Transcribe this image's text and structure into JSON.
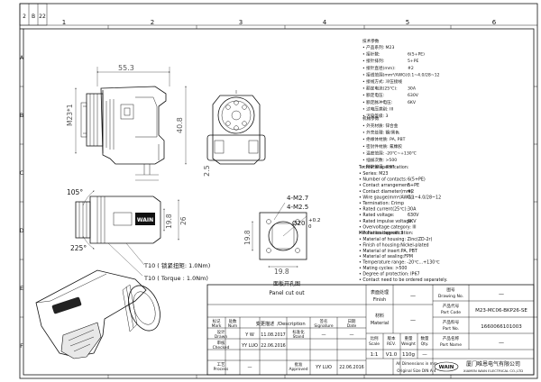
{
  "sheet": {
    "rev_cells": [
      "2",
      "B",
      "22"
    ],
    "top_zones": [
      "1",
      "2",
      "3",
      "4",
      "5",
      "6"
    ],
    "left_zones": [
      "A",
      "B",
      "C",
      "D",
      "E",
      "F"
    ]
  },
  "spec_cn": {
    "title": "技术参数",
    "lines": [
      {
        "label": "• 产品系列: M23",
        "value": ""
      },
      {
        "label": "• 接针数:",
        "value": "6(5+PE)"
      },
      {
        "label": "• 接针排列:",
        "value": "5+PE"
      },
      {
        "label": "• 接针直径(mm):",
        "value": "#2"
      },
      {
        "label": "• 接线范围(mm²/AWG):",
        "value": "0.1~4.0/28~12"
      },
      {
        "label": "• 接线方式: 冷压接线",
        "value": ""
      },
      {
        "label": "• 额定电流(25℃):",
        "value": "30A"
      },
      {
        "label": "• 额定电压:",
        "value": "630V"
      },
      {
        "label": "• 额定脉冲电压:",
        "value": "6KV"
      },
      {
        "label": "• 过电压类别: III",
        "value": ""
      },
      {
        "label": "• 污染等级: 3",
        "value": ""
      }
    ]
  },
  "mech_cn": {
    "title": "机械参数",
    "lines": [
      "• 外壳材质: 锌合金",
      "• 外壳处理: 镍/黑色",
      "• 绝缘体材质: PA, PBT",
      "• 密封件材质: 氟橡胶",
      "• 温度范围: -20℃~+130℃",
      "• 插拔次数: >500",
      "• 防护等级: IP67"
    ]
  },
  "spec_en": {
    "title": "Technical specification:",
    "lines": [
      {
        "label": "• Series: M23",
        "value": ""
      },
      {
        "label": "• Number of contacts:",
        "value": "6(5+PE)"
      },
      {
        "label": "• Contact arrangement:",
        "value": "5+PE"
      },
      {
        "label": "• Contact diameter(mm):",
        "value": "#2"
      },
      {
        "label": "• Wire gauge(mm²/AWG):",
        "value": "0.1~4.0/28~12"
      },
      {
        "label": "• Termination: Crimp",
        "value": ""
      },
      {
        "label": "• Rated current(25℃):",
        "value": "30A"
      },
      {
        "label": "• Rated voltage:",
        "value": "630V"
      },
      {
        "label": "• Rated impulse voltage:",
        "value": "6KV"
      },
      {
        "label": "• Overvoltage category: III",
        "value": ""
      },
      {
        "label": "• Pollution degree: 3",
        "value": ""
      }
    ]
  },
  "mech_en": {
    "title": "Mechanical specification:",
    "lines": [
      "• Material of housing: Zinc(ZD-2r)",
      "• Finish of housing:Nickel-plated",
      "• Material of insert:PA, PBT",
      "• Material of sealing:FPM",
      "• Temperature range: -20℃...+130℃",
      "• Mating cycles: >500",
      "• Degree of protection: IP67",
      "• Contact need to be ordered separately."
    ]
  },
  "dims": {
    "d1": "55.3",
    "d2": "M23*1",
    "d3": "40.8",
    "d4": "2.5",
    "d5": "105°",
    "d6": "225°",
    "d7": "19.8",
    "d8": "26",
    "d9": "T10 ( 锁紧扭矩: 1.0Nm)",
    "d10": "T10 ( Torque : 1.0Nm)",
    "d11": "4-M2.7",
    "d12": "4-M2.5",
    "d13": "Ø20",
    "d14": "+0.2",
    "d15": "0",
    "d16": "19.8",
    "d17": "19.8",
    "d18": "面板开孔图",
    "d19": "Panel cut out",
    "nameplate": "WAIN"
  },
  "title_block": {
    "finish_cn": "表面处理",
    "finish_en": "Finish",
    "material_cn": "材料",
    "material_en": "Material",
    "scale_cn": "比例",
    "scale_en": "Scale",
    "rev_cn": "版本",
    "rev_en": "REV.",
    "weight_cn": "重量",
    "weight_en": "Weight",
    "qty_cn": "数量",
    "qty_en": "Qty.",
    "scale": "1:1",
    "rev": "V1.0",
    "weight": "110g",
    "qty": "—",
    "dash": "—",
    "dwg_cn": "图号",
    "dwg_en": "Drawing No.",
    "code_cn": "产品代号",
    "code_en": "Part Code",
    "pn_cn": "产品料号",
    "pn_en": "Part No.",
    "name_cn": "产品名称",
    "name_en": "Part Name",
    "part_code": "M23-MC06-BKP26-SE",
    "part_no": "1660066101003",
    "mark_cn": "标记",
    "mark_en": "Mark",
    "num_cn": "处数",
    "num_en": "Num",
    "change_cn": "变更描述",
    "change_en": "/Description",
    "sign_cn": "签名",
    "sign_en": "Signature",
    "date_cn": "日期",
    "date_en": "Date",
    "drawn_cn": "设计",
    "drawn_en": "Drawn",
    "checked_cn": "审核",
    "checked_en": "Checked",
    "process_cn": "工艺",
    "process_en": "Process",
    "std_cn": "标准化",
    "std_en": "Stand",
    "appr_cn": "批准",
    "appr_en": "Approved",
    "drawn_by": "Y W",
    "drawn_date": "11.08.2017",
    "checked_by": "YY LUO",
    "checked_date": "22.06.2016",
    "appr_by": "YY LUO",
    "appr_date": "22.06.2016",
    "units1": "All Dimensions in mm",
    "units2": "Original Size DIN A 4",
    "company_cn": "厦门唯恩电气有限公司",
    "company_en": "XIAMEN WAIN ELECTRICAL CO.,LTD",
    "logo": "WAIN"
  }
}
